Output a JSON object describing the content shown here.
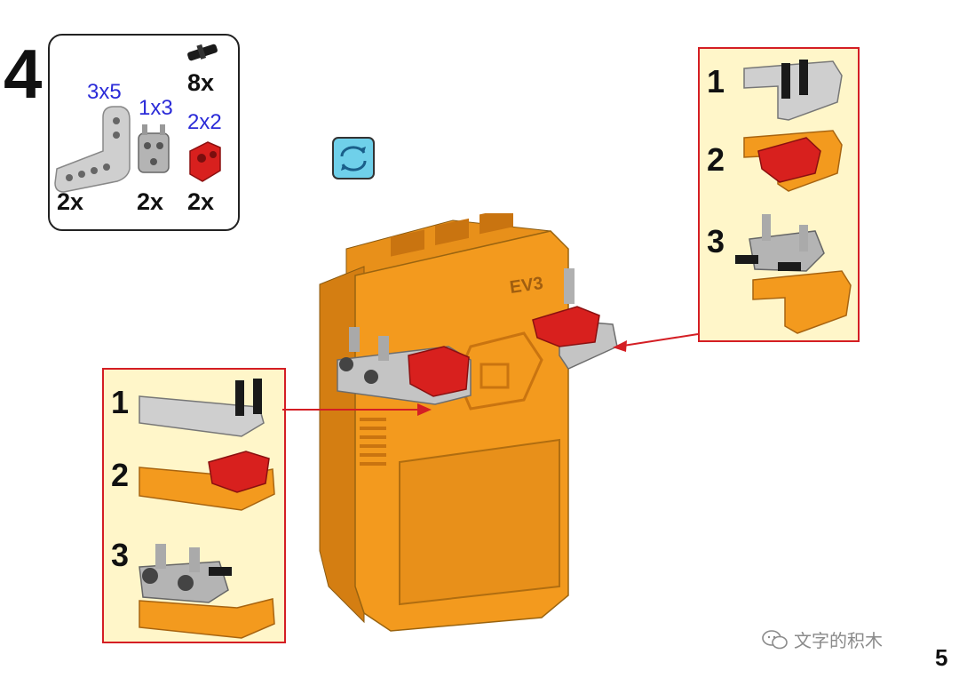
{
  "step": {
    "number": "4"
  },
  "parts": [
    {
      "size": "3x5",
      "qty": "2x",
      "color": "#c8c8c8"
    },
    {
      "size": "1x3",
      "qty": "2x",
      "color": "#a9a9a9"
    },
    {
      "size": "2x2",
      "qty": "2x",
      "color": "#d8201e"
    },
    {
      "size": "",
      "qty": "8x",
      "color": "#1a1a1a"
    }
  ],
  "callouts": {
    "right": {
      "substeps": [
        "1",
        "2",
        "3"
      ]
    },
    "left": {
      "substeps": [
        "1",
        "2",
        "3"
      ]
    }
  },
  "brick": {
    "label": "EV3",
    "color": "#f39a1e"
  },
  "watermark": {
    "text": "文字的积木"
  },
  "page": {
    "number": "5"
  },
  "colors": {
    "callout_border": "#d41e24",
    "callout_bg": "#fff6c9",
    "size_text": "#2b2bd8",
    "gray_beam": "#c4c4c4",
    "red_part": "#d8201e",
    "orange_part": "#f39a1e"
  }
}
